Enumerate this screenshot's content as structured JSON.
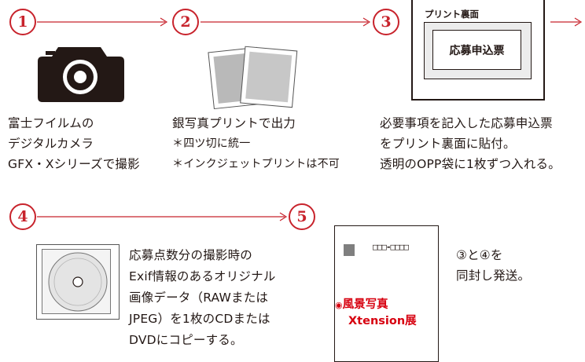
{
  "steps": [
    {
      "number": "1",
      "lines": [
        "富士フイルムの",
        "デジタルカメラ",
        "GFX・Xシリーズで撮影"
      ]
    },
    {
      "number": "2",
      "lines": [
        "銀写真プリントで出力",
        "＊四ツ切に統一",
        "＊インクジェットプリントは不可"
      ]
    },
    {
      "number": "3",
      "lines": [
        "必要事項を記入した応募申込票",
        "をプリント裏面に貼付。",
        "透明のOPP袋に1枚ずつ入れる。"
      ]
    },
    {
      "number": "4",
      "lines": [
        "応募点数分の撮影時の",
        "Exif情報のあるオリジナル",
        "画像データ（RAWまたは",
        "JPEG）を1枚のCDまたは",
        "DVDにコピーする。"
      ]
    },
    {
      "number": "5",
      "lines": [
        "③と④を",
        "同封し発送。"
      ]
    }
  ],
  "print_back": {
    "label": "プリント裏面",
    "form_label": "応募申込票"
  },
  "envelope": {
    "postal_code": "□□□-□□□□",
    "mark": "◉",
    "address_line1": "風景写真",
    "address_line2": "Xtension展"
  },
  "colors": {
    "accent": "#c8232c",
    "envelope_text": "#d7000f"
  }
}
